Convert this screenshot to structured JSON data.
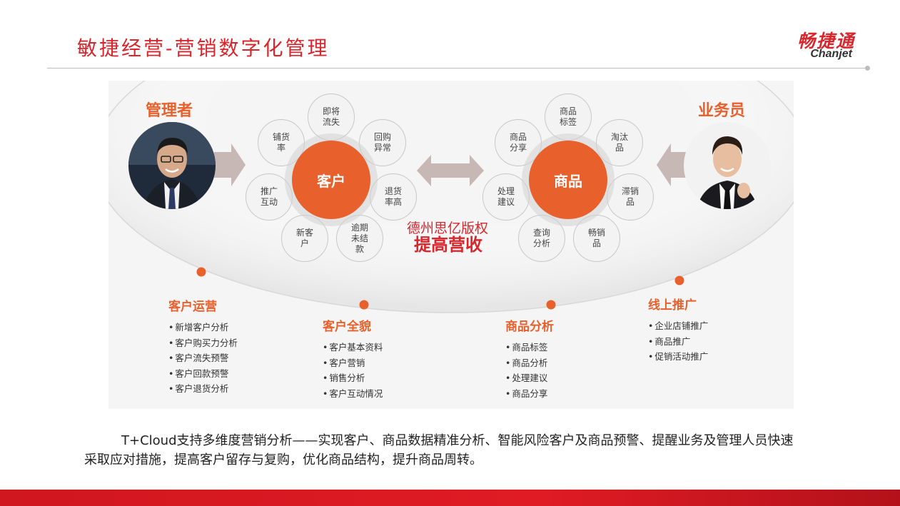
{
  "header": {
    "title": "敏捷经营-营销数字化管理",
    "logo_cn": "畅捷通",
    "logo_en": "Chanjet"
  },
  "colors": {
    "brand_red": "#d9262c",
    "accent_orange": "#e8602c",
    "petal_border": "#c8c8c8"
  },
  "diagram": {
    "left_role": "管理者",
    "right_role": "业务员",
    "left_core": "客户",
    "right_core": "商品",
    "left_petals": [
      "即将\n流失",
      "回购\n异常",
      "退货\n率高",
      "逾期\n未结\n款",
      "新客\n户",
      "推广\n互动",
      "铺货\n率"
    ],
    "right_petals": [
      "商品\n标签",
      "淘汰\n品",
      "滞销\n品",
      "畅销\n品",
      "查询\n分析",
      "处理\n建议",
      "商品\n分享"
    ],
    "watermark": "德州思亿版权",
    "slogan": "提高营收",
    "categories": [
      {
        "title": "客户运营",
        "items": [
          "新增客户分析",
          "客户购买力分析",
          "客户流失预警",
          "客户回款预警",
          "客户退货分析"
        ]
      },
      {
        "title": "客户全貌",
        "items": [
          "客户基本资料",
          "客户营销",
          "销售分析",
          "客户互动情况"
        ]
      },
      {
        "title": "商品分析",
        "items": [
          "商品标签",
          "商品分析",
          "处理建议",
          "商品分享"
        ]
      },
      {
        "title": "线上推广",
        "items": [
          "企业店铺推广",
          "商品推广",
          "促销活动推广"
        ]
      }
    ]
  },
  "caption": "T+Cloud支持多维度营销分析——实现客户、商品数据精准分析、智能风险客户及商品预警、提醒业务及管理人员快速采取应对措施，提高客户留存与复购，优化商品结构，提升商品周转。"
}
